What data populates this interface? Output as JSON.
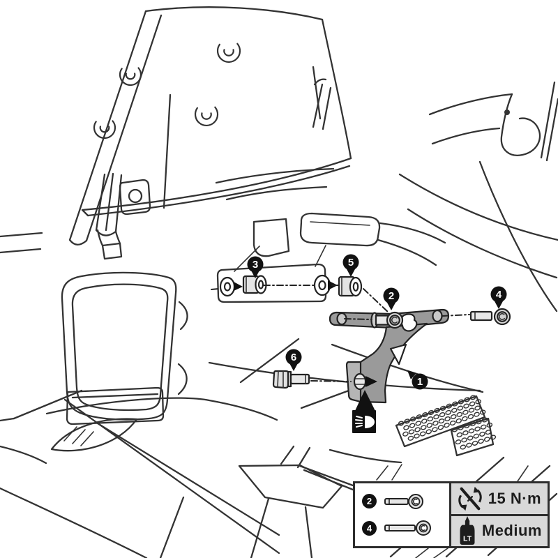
{
  "diagram": {
    "callouts": [
      {
        "num": "1",
        "part": "mounting-bracket"
      },
      {
        "num": "2",
        "part": "socket-head-bolt"
      },
      {
        "num": "3",
        "part": "spacer-bush"
      },
      {
        "num": "4",
        "part": "socket-head-bolt-long"
      },
      {
        "num": "5",
        "part": "spacer-bush"
      },
      {
        "num": "6",
        "part": "hex-flange-bolt"
      }
    ],
    "pointer_icon": "low-beam-headlight-icon"
  },
  "legend": {
    "parts": [
      {
        "num": "2",
        "icon": "button-head-bolt-short-icon"
      },
      {
        "num": "4",
        "icon": "button-head-bolt-long-icon"
      }
    ],
    "torque_icon": "no-power-tools-icon",
    "torque_value": "15 N·m",
    "threadlocker_icon": "threadlocker-bottle-icon",
    "threadlocker_bottle_text": "LT",
    "threadlocker_value": "Medium"
  },
  "colors": {
    "line": "#333333",
    "bracket_fill": "#9a9a9a",
    "bracket_face": "#b5b5b5",
    "metal_light": "#e8e8e8",
    "metal_mid": "#d9d9d9",
    "balloon_fill": "#111111",
    "legend_panel": "#d9d9d9",
    "background": "#ffffff"
  }
}
